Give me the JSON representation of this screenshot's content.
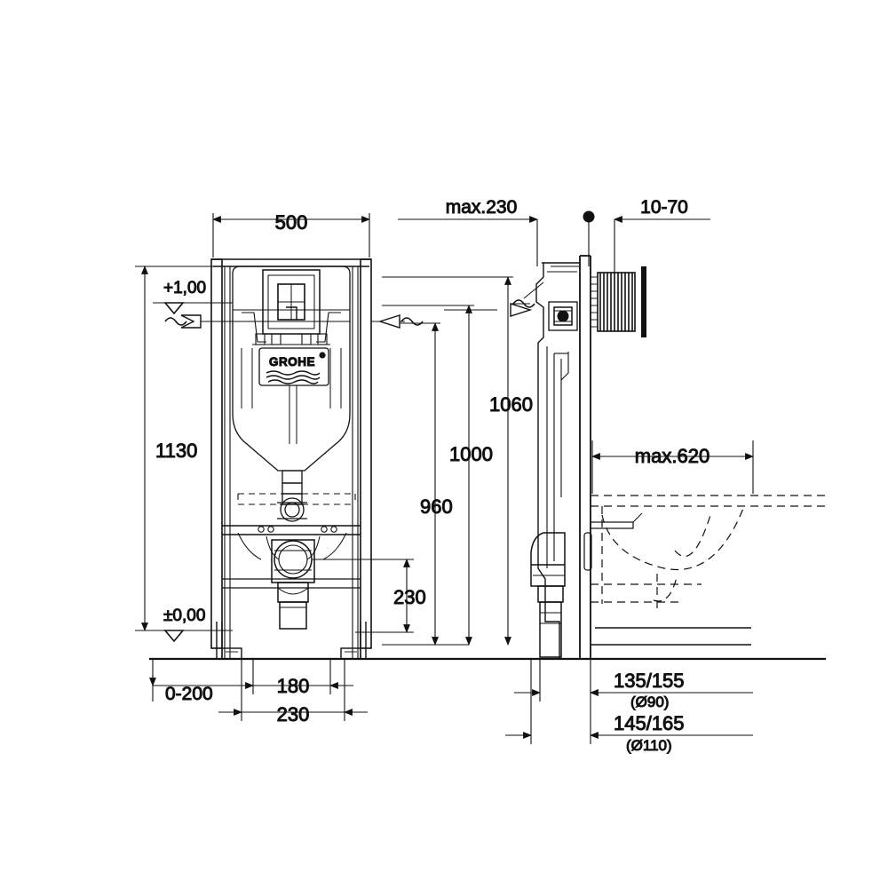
{
  "drawing": {
    "title": "GROHE Rapid SL wall-hung WC frame installation drawing",
    "line_color": "#111111",
    "background": "#ffffff",
    "brand": "GROHE"
  },
  "dimensions": {
    "front_width": "500",
    "total_height": "1130",
    "level_top": "+1,00",
    "level_floor": "±0,00",
    "bend_offset": "0-200",
    "outlet_offset": "180",
    "outlet_spacing": "230",
    "waste_height": "230",
    "h_960": "960",
    "h_1000": "1000",
    "h_1060": "1060",
    "max_230": "max.230",
    "range_10_70": "10-70",
    "max_620": "max.620",
    "bowl_135_155": "135/155",
    "bowl_d90": "(Ø90)",
    "bowl_145_165": "145/165",
    "bowl_d110": "(Ø110)"
  },
  "labels": [
    {
      "id": "dim-500",
      "text": "500"
    },
    {
      "id": "dim-1130",
      "text": "1130"
    },
    {
      "id": "lvl-plus100",
      "text": "+1,00"
    },
    {
      "id": "lvl-zero",
      "text": "±0,00"
    },
    {
      "id": "dim-0-200",
      "text": "0-200"
    },
    {
      "id": "dim-180",
      "text": "180"
    },
    {
      "id": "dim-230-bot",
      "text": "230"
    },
    {
      "id": "dim-230-waste",
      "text": "230"
    },
    {
      "id": "dim-960",
      "text": "960"
    },
    {
      "id": "dim-1000",
      "text": "1000"
    },
    {
      "id": "dim-1060",
      "text": "1060"
    },
    {
      "id": "dim-max230",
      "text": "max.230"
    },
    {
      "id": "dim-10-70",
      "text": "10-70"
    },
    {
      "id": "dim-max620",
      "text": "max.620"
    },
    {
      "id": "dim-135-155",
      "text": "135/155"
    },
    {
      "id": "dim-d90",
      "text": "(Ø90)"
    },
    {
      "id": "dim-145-165",
      "text": "145/165"
    },
    {
      "id": "dim-d110",
      "text": "(Ø110)"
    }
  ],
  "views": {
    "front": {
      "name": "front elevation of concealed cistern frame"
    },
    "side": {
      "name": "side section with flush plate and bowl outline"
    }
  }
}
